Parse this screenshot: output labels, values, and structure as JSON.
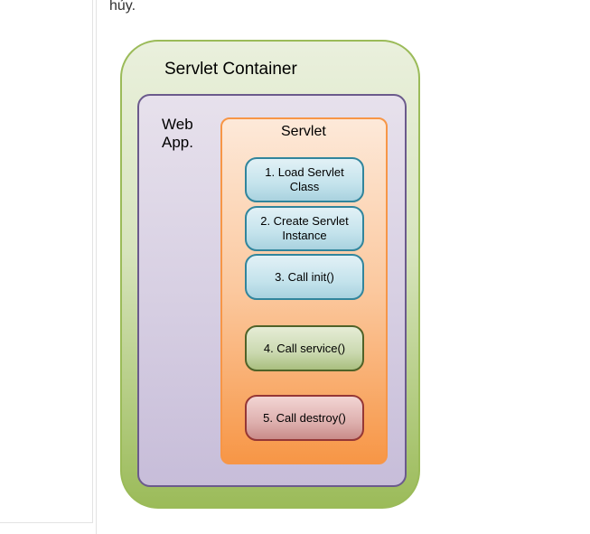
{
  "intro": {
    "text": "hủy."
  },
  "diagram": {
    "container_label": "Servlet Container",
    "webapp_label_line1": "Web",
    "webapp_label_line2": "App.",
    "servlet_label": "Servlet",
    "steps": [
      {
        "label": "1. Load Servlet Class"
      },
      {
        "label": "2. Create Servlet Instance"
      },
      {
        "label": "3. Call init()"
      },
      {
        "label": "4. Call service()"
      },
      {
        "label": "5. Call destroy()"
      }
    ]
  },
  "colors": {
    "container_fill": "#d7e4bd",
    "container_border": "#9bbb59",
    "webapp_fill": "#d6cee2",
    "webapp_border": "#6b5a8c",
    "servlet_fill": "#fbc89e",
    "servlet_border": "#f79646",
    "step_blue": "#c4e3ec",
    "step_green": "#cbd9b0",
    "step_red": "#deb0ae"
  }
}
